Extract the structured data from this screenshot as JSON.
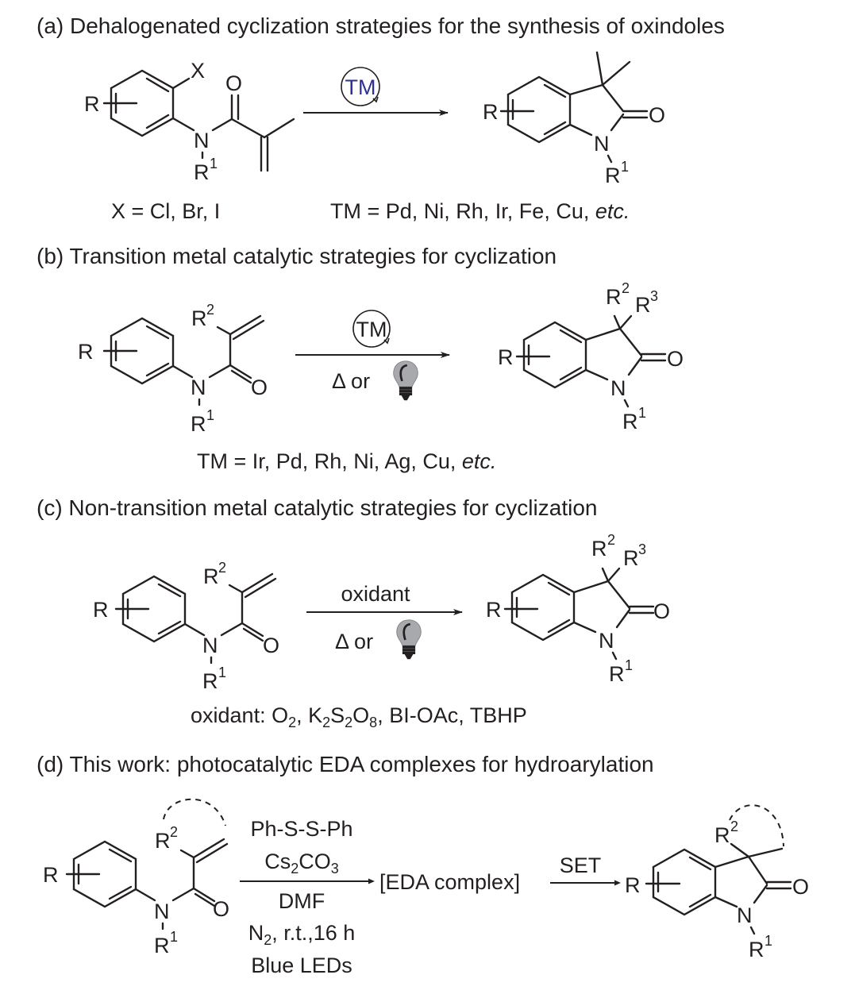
{
  "panels": {
    "a": {
      "heading": "(a) Dehalogenated cyclization strategies for the synthesis of oxindoles",
      "catalyst": "TM",
      "catalyst_color": "#2e3192",
      "reactant_note": "X = Cl, Br, I",
      "tm_note_prefix": "TM = Pd, Ni, Rh, Ir, Fe, Cu, ",
      "tm_note_italic": "etc.",
      "atoms": {
        "x": "X",
        "o": "O",
        "n": "N",
        "r": "R",
        "r1": "R",
        "r1sup": "1"
      }
    },
    "b": {
      "heading": "(b) Transition metal catalytic strategies  for cyclization",
      "catalyst": "TM",
      "condition": "Δ  or",
      "tm_note_prefix": "TM = Ir, Pd, Rh, Ni, Ag, Cu, ",
      "tm_note_italic": "etc.",
      "atoms": {
        "r": "R",
        "r1": "R",
        "r1sup": "1",
        "r2": "R",
        "r2sup": "2",
        "r3": "R",
        "r3sup": "3",
        "o": "O",
        "n": "N"
      }
    },
    "c": {
      "heading": "(c) Non-transition metal catalytic strategies for cyclization",
      "reagent": "oxidant",
      "condition": "Δ  or",
      "oxidant_note": {
        "prefix": "oxidant: O",
        "o2_sub": "2",
        "k": ", K",
        "k_sub": "2",
        "s": "S",
        "s_sub": "2",
        "o": "O",
        "o_sub": "8",
        "rest": ",  BI-OAc, TBHP"
      },
      "atoms": {
        "r": "R",
        "r1": "R",
        "r1sup": "1",
        "r2": "R",
        "r2sup": "2",
        "r3": "R",
        "r3sup": "3",
        "o": "O",
        "n": "N"
      }
    },
    "d": {
      "heading": "(d) This work: photocatalytic EDA complexes for hydroarylation",
      "conditions": {
        "line1": "Ph-S-S-Ph",
        "line2_a": "Cs",
        "line2_sub1": "2",
        "line2_b": "CO",
        "line2_sub2": "3",
        "line3": "DMF",
        "line4_a": "N",
        "line4_sub": "2",
        "line4_b": ", r.t.,16 h",
        "line5": "Blue LEDs"
      },
      "intermediate": "[EDA complex]",
      "step2": "SET",
      "atoms": {
        "r": "R",
        "r1": "R",
        "r1sup": "1",
        "r2": "R",
        "r2sup": "2",
        "o": "O",
        "n": "N"
      }
    }
  }
}
